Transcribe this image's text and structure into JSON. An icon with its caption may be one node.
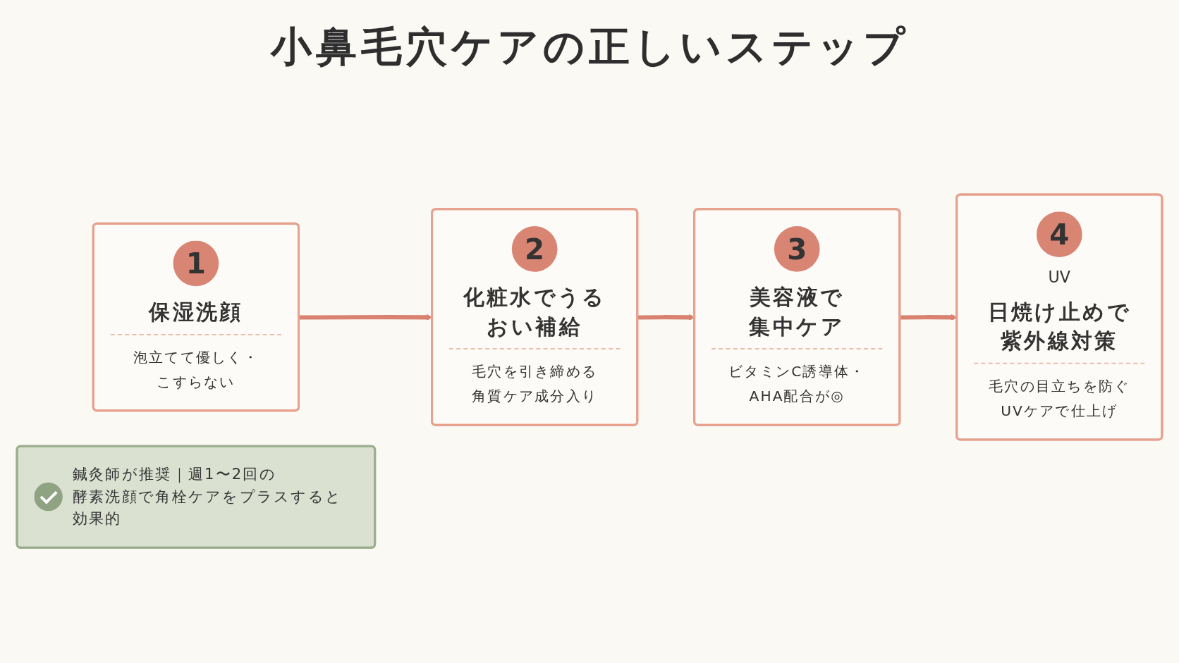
{
  "diagram": {
    "title": "小鼻毛穴ケアの正しいステップ",
    "nodes": [
      {
        "text": [
          "1",
          "保湿洗顔",
          "泡立てて優しく・こすらない"
        ]
      },
      {
        "text": [
          "2",
          "化粧水でうるおい補給",
          "毛穴を引き締める角質ケア成分入り"
        ]
      },
      {
        "text": [
          "3",
          "美容液で集中ケア",
          "ビタミンC誘導体・AHA配合が◎"
        ]
      },
      {
        "text": [
          "4",
          "UV",
          "日焼け止めで紫外線対策",
          "毛穴の目立ちを防ぐUVケアで仕上げ"
        ]
      },
      {
        "text": [
          "鍼灸師が推奨｜週1〜2回の酵素洗顔で角栓ケアをプラスすると効果的"
        ]
      }
    ],
    "edges": [
      {
        "from": 0,
        "to": 1,
        "arrow": "to"
      },
      {
        "from": 1,
        "to": 2,
        "arrow": "to"
      },
      {
        "from": 2,
        "to": 3,
        "arrow": "to"
      }
    ]
  }
}
